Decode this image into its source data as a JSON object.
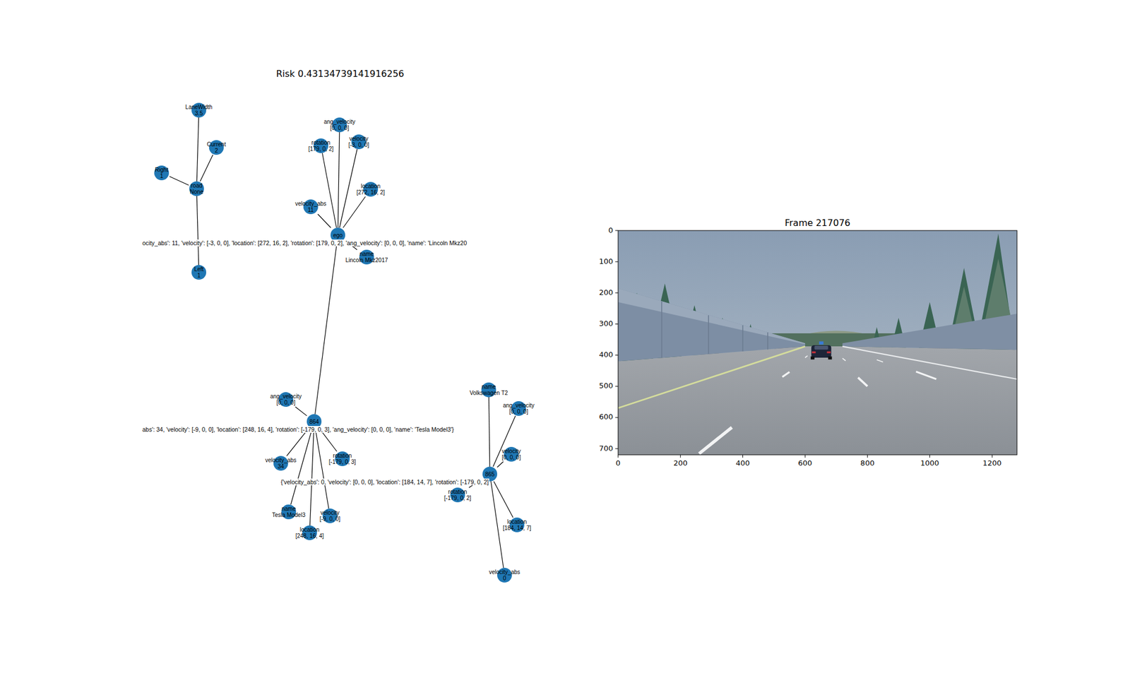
{
  "diagram": {
    "title": "Risk 0.43134739141916256",
    "nodes": [
      {
        "text": [
          "LaneWidth",
          "3.5"
        ]
      },
      {
        "text": [
          "Current",
          "2"
        ]
      },
      {
        "text": [
          "Right",
          "1"
        ]
      },
      {
        "text": [
          "road",
          "None"
        ]
      },
      {
        "text": [
          "Left",
          "1"
        ]
      },
      {
        "text": [
          "ang_velocity",
          "[0, 0, 0]"
        ]
      },
      {
        "text": [
          "rotation",
          "[179, 0, 2]"
        ]
      },
      {
        "text": [
          "velocity",
          "[-3, 0, 0]"
        ]
      },
      {
        "text": [
          "location",
          "[272, 16, 2]"
        ]
      },
      {
        "text": [
          "velocity_abs",
          "11"
        ]
      },
      {
        "text": [
          "ego"
        ]
      },
      {
        "text": [
          "name",
          "Lincoln Mkz2017"
        ]
      },
      {
        "text": [
          "ang_velocity",
          "[0, 0, 0]"
        ]
      },
      {
        "text": [
          "864"
        ]
      },
      {
        "text": [
          "rotation",
          "[-179, 0, 3]"
        ]
      },
      {
        "text": [
          "velocity_abs",
          "34"
        ]
      },
      {
        "text": [
          "name",
          "Tesla Model3"
        ]
      },
      {
        "text": [
          "velocity",
          "[-9, 0, 0]"
        ]
      },
      {
        "text": [
          "location",
          "[248, 16, 4]"
        ]
      },
      {
        "text": [
          "name",
          "Volkswagen T2"
        ]
      },
      {
        "text": [
          "ang_velocity",
          "[0, 0, 0]"
        ]
      },
      {
        "text": [
          "velocity",
          "[0, 0, 0]"
        ]
      },
      {
        "text": [
          "865"
        ]
      },
      {
        "text": [
          "rotation",
          "[-179, 0, 2]"
        ]
      },
      {
        "text": [
          "location",
          "[184, 14, 7]"
        ]
      },
      {
        "text": [
          "velocity_abs",
          "0"
        ]
      }
    ],
    "edges": [
      {
        "from": 3,
        "to": 0,
        "arrow": "none"
      },
      {
        "from": 3,
        "to": 1,
        "arrow": "none"
      },
      {
        "from": 3,
        "to": 2,
        "arrow": "none"
      },
      {
        "from": 3,
        "to": 4,
        "arrow": "none"
      },
      {
        "from": 10,
        "to": 5,
        "arrow": "none"
      },
      {
        "from": 10,
        "to": 6,
        "arrow": "none"
      },
      {
        "from": 10,
        "to": 7,
        "arrow": "none"
      },
      {
        "from": 10,
        "to": 8,
        "arrow": "none"
      },
      {
        "from": 10,
        "to": 9,
        "arrow": "none"
      },
      {
        "from": 10,
        "to": 11,
        "arrow": "none"
      },
      {
        "from": 10,
        "to": 13,
        "arrow": "none"
      },
      {
        "from": 13,
        "to": 12,
        "arrow": "none"
      },
      {
        "from": 13,
        "to": 14,
        "arrow": "none"
      },
      {
        "from": 13,
        "to": 15,
        "arrow": "none"
      },
      {
        "from": 13,
        "to": 16,
        "arrow": "none"
      },
      {
        "from": 13,
        "to": 17,
        "arrow": "none"
      },
      {
        "from": 13,
        "to": 18,
        "arrow": "none"
      },
      {
        "from": 22,
        "to": 19,
        "arrow": "none"
      },
      {
        "from": 22,
        "to": 20,
        "arrow": "none"
      },
      {
        "from": 22,
        "to": 21,
        "arrow": "none"
      },
      {
        "from": 22,
        "to": 23,
        "arrow": "none"
      },
      {
        "from": 22,
        "to": 24,
        "arrow": "none"
      },
      {
        "from": 22,
        "to": 25,
        "arrow": "none"
      }
    ],
    "labels": [
      "ocity_abs': 11, 'velocity': [-3, 0, 0], 'location': [272, 16, 2], 'rotation': [179, 0, 2], 'ang_velocity': [0, 0, 0], 'name': 'Lincoln Mkz20",
      "abs': 34, 'velocity': [-9, 0, 0], 'location': [248, 16, 4], 'rotation': [-179, 0, 3], 'ang_velocity': [0, 0, 0], 'name': 'Tesla Model3'}",
      "{'velocity_abs': 0, 'velocity': [0, 0, 0], 'location': [184, 14, 7], 'rotation': [-179, 0, 2]",
      "Frame 217076",
      "0",
      "200",
      "400",
      "600",
      "800",
      "1000",
      "1200",
      "0",
      "100",
      "200",
      "300",
      "400",
      "500",
      "600",
      "700"
    ]
  }
}
